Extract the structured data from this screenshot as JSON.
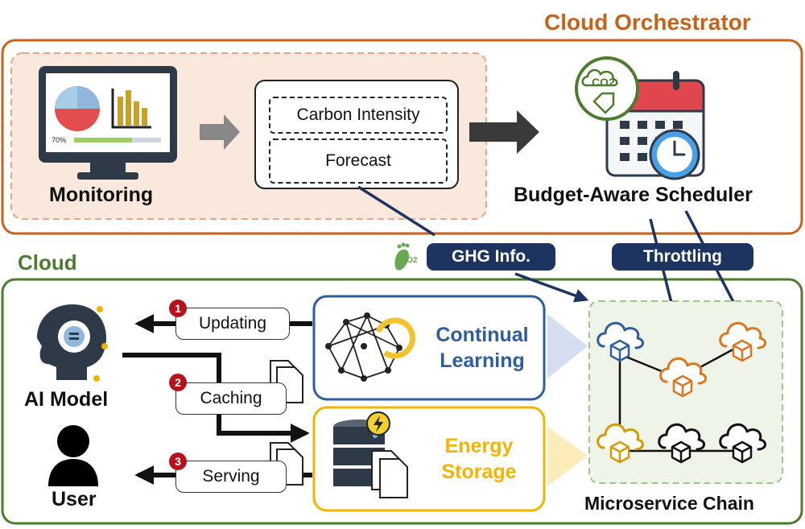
{
  "orchestrator": {
    "title": "Cloud Orchestrator",
    "monitoring_label": "Monitoring",
    "monitor_percent": "70%",
    "carbon_intensity_label": "Carbon Intensity",
    "forecast_label": "Forecast",
    "scheduler_label": "Budget-Aware Scheduler",
    "co2_tag": "CO2"
  },
  "signals": {
    "ghg_label": "GHG Info.",
    "throttling_label": "Throttling",
    "footprint_tag": "CO2"
  },
  "cloud": {
    "title": "Cloud",
    "ai_model_label": "AI Model",
    "user_label": "User",
    "steps": [
      {
        "number": "1",
        "label": "Updating"
      },
      {
        "number": "2",
        "label": "Caching"
      },
      {
        "number": "3",
        "label": "Serving"
      }
    ],
    "continual_learning_line1": "Continual",
    "continual_learning_line2": "Learning",
    "energy_storage_line1": "Energy",
    "energy_storage_line2": "Storage",
    "microservice_label": "Microservice Chain"
  },
  "colors": {
    "orchestrator": "#c5621b",
    "cloud": "#4d7c2e",
    "navy": "#1d3461",
    "learning_blue": "#2e5e9e",
    "storage_yellow": "#f2b400",
    "badge_red": "#b5121b"
  }
}
